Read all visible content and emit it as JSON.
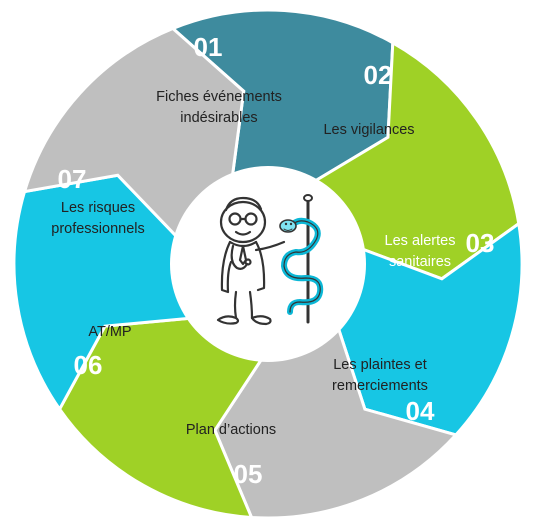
{
  "segments": [
    {
      "number": "01",
      "label_lines": [
        "Fiches événements",
        "indésirables"
      ],
      "color": "#3e8b9e",
      "text_color": "#222222"
    },
    {
      "number": "02",
      "label_lines": [
        "Les vigilances"
      ],
      "color": "#9fd126",
      "text_color": "#222222"
    },
    {
      "number": "03",
      "label_lines": [
        "Les alertes",
        "sanitaires"
      ],
      "color": "#17c6e4",
      "text_color": "#ffffff"
    },
    {
      "number": "04",
      "label_lines": [
        "Les plaintes et",
        "remerciements"
      ],
      "color": "#bfbfbf",
      "text_color": "#222222"
    },
    {
      "number": "05",
      "label_lines": [
        "Plan d’actions"
      ],
      "color": "#9fd126",
      "text_color": "#222222"
    },
    {
      "number": "06",
      "label_lines": [
        "AT/MP"
      ],
      "color": "#17c6e4",
      "text_color": "#222222"
    },
    {
      "number": "07",
      "label_lines": [
        "Les risques",
        "professionnels"
      ],
      "color": "#bfbfbf",
      "text_color": "#222222"
    }
  ],
  "center": {
    "illustration": "doctor-with-caduceus-illustration",
    "background": "#ffffff"
  }
}
